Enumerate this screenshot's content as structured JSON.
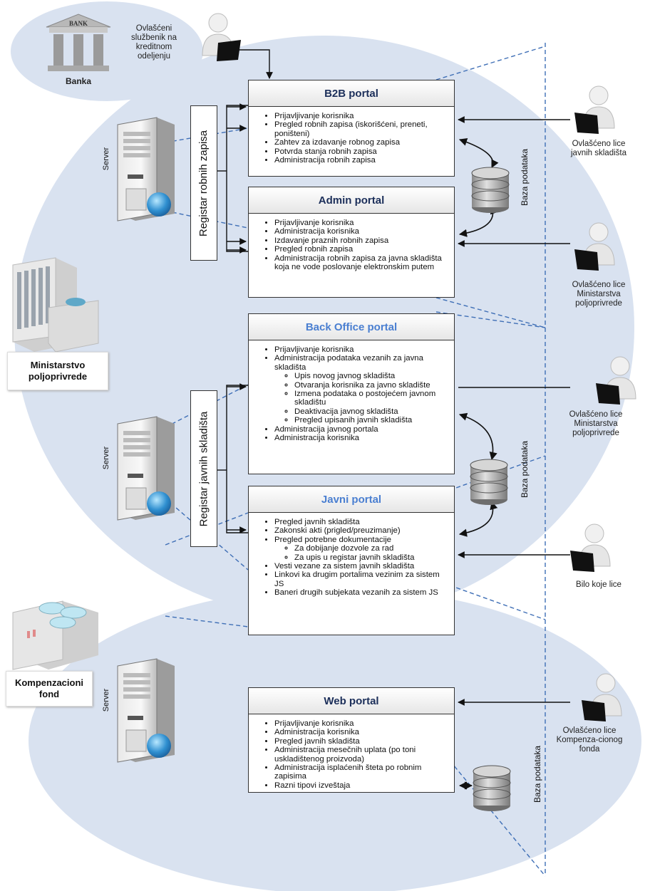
{
  "bank": {
    "sign": "BANK",
    "label": "Banka",
    "officer": "Ovlašćeni službenik na kreditnom odeljenju"
  },
  "registers": {
    "r1": "Registar robnih zapisa",
    "r2": "Registar javnih skladišta"
  },
  "server_label": "Server",
  "db_label": "Baza podataka",
  "portals": {
    "b2b": {
      "title": "B2B portal",
      "items": [
        "Prijavljivanje korisnika",
        "Pregled robnih zapisa (iskorišćeni, preneti, poništeni)",
        "Zahtev za izdavanje robnog zapisa",
        "Potvrda stanja robnih zapisa",
        "Administracija robnih zapisa"
      ]
    },
    "admin": {
      "title": "Admin portal",
      "items": [
        "Prijavljivanje korisnika",
        "Administracija korisnika",
        "Izdavanje praznih robnih zapisa",
        "Pregled robnih zapisa",
        "Administracija robnih zapisa za javna skladišta koja ne vode poslovanje elektronskim putem"
      ]
    },
    "backoffice": {
      "title": "Back Office portal",
      "items_top": [
        "Prijavljivanje korisnika",
        "Administracija podataka vezanih za javna skladišta"
      ],
      "sub": [
        "Upis novog javnog skladišta",
        "Otvaranja korisnika za javno skladište",
        "Izmena podataka o postojećem javnom skladištu",
        "Deaktivacija javnog skladišta",
        "Pregled upisanih javnih skladišta"
      ],
      "items_bottom": [
        "Administracija javnog portala",
        "Administracija korisnika"
      ]
    },
    "javni": {
      "title": "Javni portal",
      "items_top": [
        "Pregled javnih skladišta",
        "Zakonski akti (prigled/preuzimanje)",
        "Pregled potrebne dokumentacije"
      ],
      "sub": [
        "Za dobijanje dozvole za rad",
        "Za upis u registar javnih skladišta"
      ],
      "items_bottom": [
        "Vesti vezane za sistem javnih skladišta",
        "Linkovi ka drugim portalima vezinim za sistem JS",
        "Baneri drugih subjekata vezanih za sistem JS"
      ]
    },
    "web": {
      "title": "Web portal",
      "items": [
        "Prijavljivanje korisnika",
        "Administracija korisnika",
        "Pregled javnih skladišta",
        "Administracija mesečnih uplata (po toni uskladištenog proizvoda)",
        "Administracija isplaćenih šteta po robnim zapisima",
        "Razni tipovi izveštaja"
      ]
    }
  },
  "actors": {
    "a1": "Ovlašćeno lice javnih skladišta",
    "a2": "Ovlašćeno lice Ministarstva poljoprivrede",
    "a3": "Ovlašćeno lice Ministarstva poljoprivrede",
    "a4": "Bilo koje lice",
    "a5": "Ovlašćeno lice Kompenza-cionog fonda"
  },
  "orgs": {
    "ministry": "Ministarstvo poljoprivrede",
    "fund": "Kompenzacioni fond"
  },
  "colors": {
    "ellipse": "#d9e2f0",
    "dash": "#3f6fb6",
    "title_dark": "#1c2f5a",
    "title_blue": "#4a7fd1"
  }
}
